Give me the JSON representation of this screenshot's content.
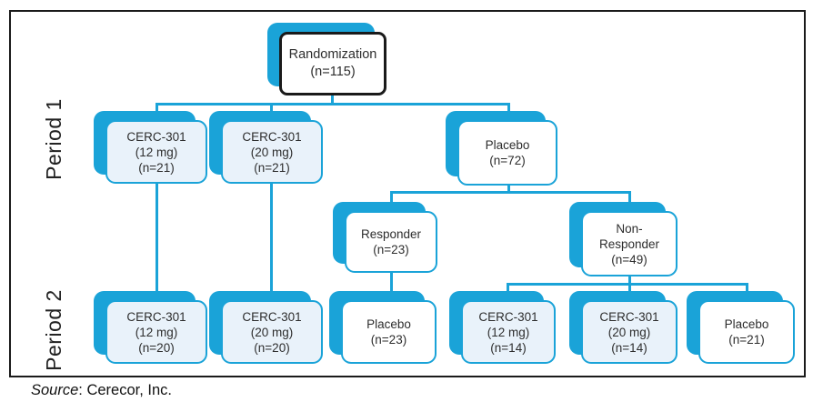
{
  "labels": {
    "period1": "Period 1",
    "period2": "Period 2"
  },
  "source": {
    "prefix": "Source",
    "suffix": ": Cerecor, Inc."
  },
  "colors": {
    "accent": "#1aa3d8",
    "light_fill": "#e9f2fa",
    "frame_border": "#1a1a1a",
    "text": "#2d2d2d"
  },
  "nodes": {
    "randomization": {
      "lines": [
        "Randomization",
        "(n=115)"
      ]
    },
    "p1_cerc12": {
      "lines": [
        "CERC-301",
        "(12 mg)",
        "(n=21)"
      ]
    },
    "p1_cerc20": {
      "lines": [
        "CERC-301",
        "(20 mg)",
        "(n=21)"
      ]
    },
    "p1_placebo": {
      "lines": [
        "Placebo",
        "(n=72)"
      ]
    },
    "responder": {
      "lines": [
        "Responder",
        "(n=23)"
      ]
    },
    "non_responder": {
      "lines": [
        "Non-",
        "Responder",
        "(n=49)"
      ]
    },
    "p2_cerc12": {
      "lines": [
        "CERC-301",
        "(12 mg)",
        "(n=20)"
      ]
    },
    "p2_cerc20": {
      "lines": [
        "CERC-301",
        "(20 mg)",
        "(n=20)"
      ]
    },
    "p2_placebo_responder": {
      "lines": [
        "Placebo",
        "(n=23)"
      ]
    },
    "p2_cerc12_nonresponder": {
      "lines": [
        "CERC-301",
        "(12 mg)",
        "(n=14)"
      ]
    },
    "p2_cerc20_nonresponder": {
      "lines": [
        "CERC-301",
        "(20 mg)",
        "(n=14)"
      ]
    },
    "p2_placebo_nonresponder": {
      "lines": [
        "Placebo",
        "(n=21)"
      ]
    }
  }
}
